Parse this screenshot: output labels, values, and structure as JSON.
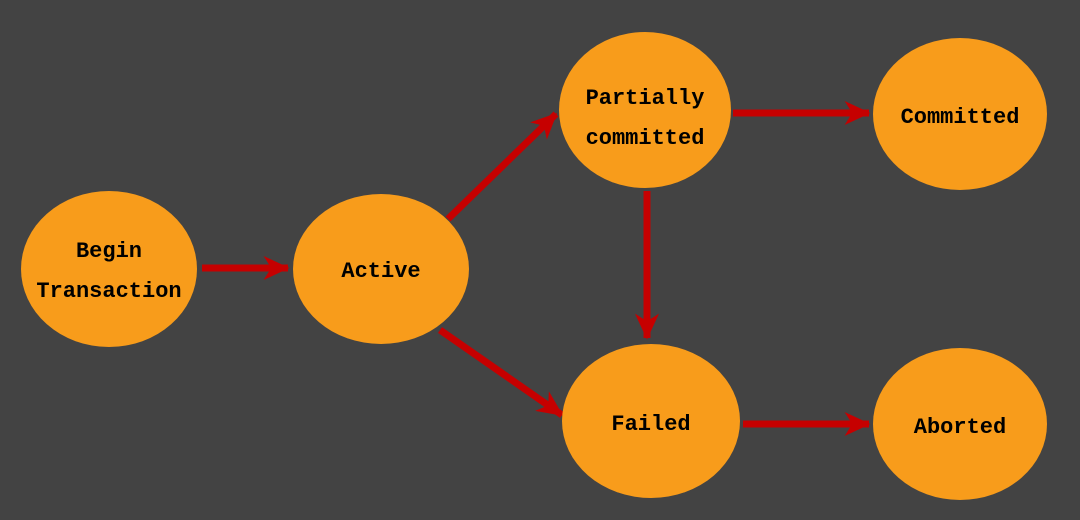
{
  "diagram": {
    "type": "state-transition-diagram",
    "colors": {
      "background": "#434343",
      "node_fill": "#F89C1B",
      "arrow": "#C60000",
      "label_text": "#000000"
    },
    "nodes": {
      "begin_transaction": {
        "line1": "Begin",
        "line2": "Transaction"
      },
      "active": {
        "label": "Active"
      },
      "partially_committed": {
        "line1": "Partially",
        "line2": "committed"
      },
      "committed": {
        "label": "Committed"
      },
      "failed": {
        "label": "Failed"
      },
      "aborted": {
        "label": "Aborted"
      }
    },
    "edges": [
      {
        "from": "Begin Transaction",
        "to": "Active"
      },
      {
        "from": "Active",
        "to": "Partially committed"
      },
      {
        "from": "Active",
        "to": "Failed"
      },
      {
        "from": "Partially committed",
        "to": "Committed"
      },
      {
        "from": "Partially committed",
        "to": "Failed"
      },
      {
        "from": "Failed",
        "to": "Aborted"
      }
    ]
  }
}
